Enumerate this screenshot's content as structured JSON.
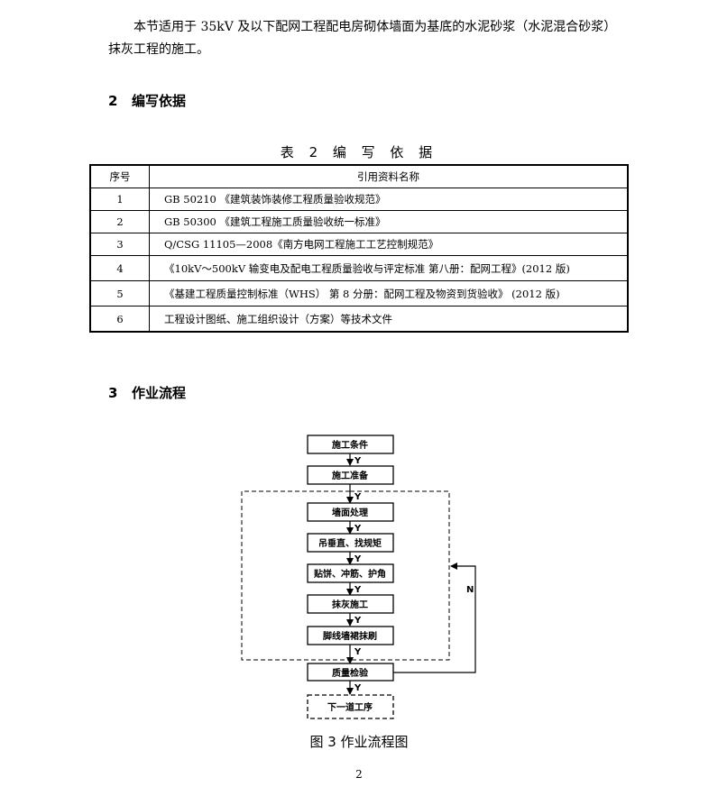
{
  "intro": {
    "line1": "本节适用于 35kV 及以下配网工程配电房砌体墙面为基底的水泥砂浆（水泥混合砂浆）",
    "line2": "抹灰工程的施工。"
  },
  "section2": {
    "number": "2",
    "title": "编写依据"
  },
  "table": {
    "caption": "表 2 编 写 依 据",
    "headers": [
      "序号",
      "引用资料名称"
    ],
    "rows": [
      {
        "no": "1",
        "name": "GB 50210 《建筑装饰装修工程质量验收规范》"
      },
      {
        "no": "2",
        "name": "GB 50300 《建筑工程施工质量验收统一标准》"
      },
      {
        "no": "3",
        "name": "Q/CSG 11105—2008《南方电网工程施工工艺控制规范》"
      },
      {
        "no": "4",
        "name": "《10kV～500kV 输变电及配电工程质量验收与评定标准 第八册：配网工程》(2012 版)"
      },
      {
        "no": "5",
        "name": "《基建工程质量控制标准（WHS） 第 8 分册：配网工程及物资到货验收》 (2012 版)"
      },
      {
        "no": "6",
        "name": "工程设计图纸、施工组织设计（方案）等技术文件"
      }
    ]
  },
  "section3": {
    "number": "3",
    "title": "作业流程"
  },
  "flow": {
    "steps": [
      "施工条件",
      "施工准备",
      "墙面处理",
      "吊垂直、找规矩",
      "贴饼、冲筋、护角",
      "抹灰施工",
      "脚线墙裙抹刷",
      "质量检验",
      "下一道工序"
    ],
    "yes_label": "Y",
    "no_label": "N"
  },
  "figure_caption": "图 3 作业流程图",
  "page_number": "2"
}
